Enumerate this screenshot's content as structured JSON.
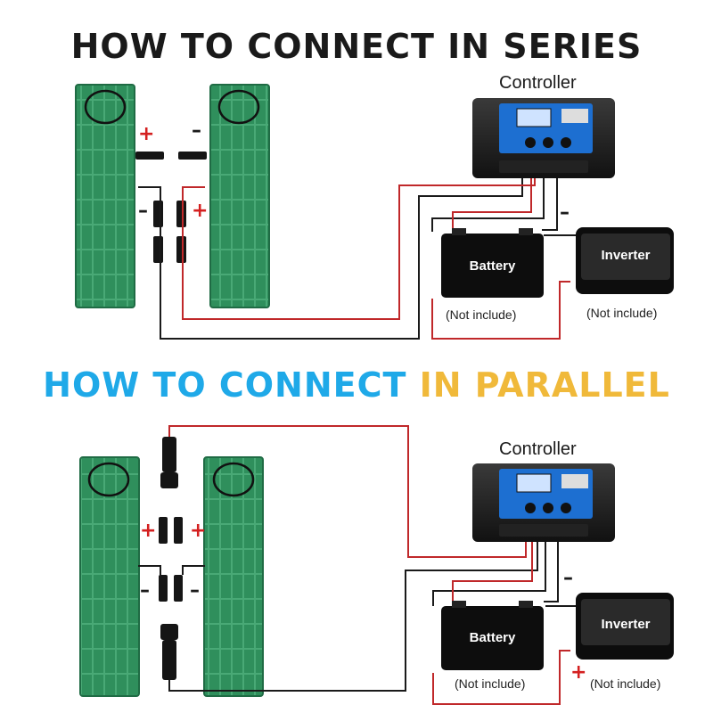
{
  "series": {
    "title": "HOW TO CONNECT IN SERIES",
    "controller_label": "Controller",
    "battery_label": "Battery",
    "inverter_label": "Inverter",
    "battery_note": "(Not include)",
    "inverter_note": "(Not include)",
    "plus": "+",
    "minus": "–"
  },
  "parallel": {
    "title_parts": [
      {
        "text": "HOW TO CONNECT ",
        "color": "#1fa9e8"
      },
      {
        "text": "IN PARALLEL",
        "color": "#f0b93a"
      }
    ],
    "controller_label": "Controller",
    "battery_label": "Battery",
    "inverter_label": "Inverter",
    "battery_note": "(Not include)",
    "inverter_note": "(Not include)",
    "plus": "+",
    "minus": "–"
  },
  "colors": {
    "panel_green": "#2e8b57",
    "wire_red": "#c0282a",
    "wire_black": "#1a1a1a",
    "controller_blue": "#1d6fd1"
  }
}
